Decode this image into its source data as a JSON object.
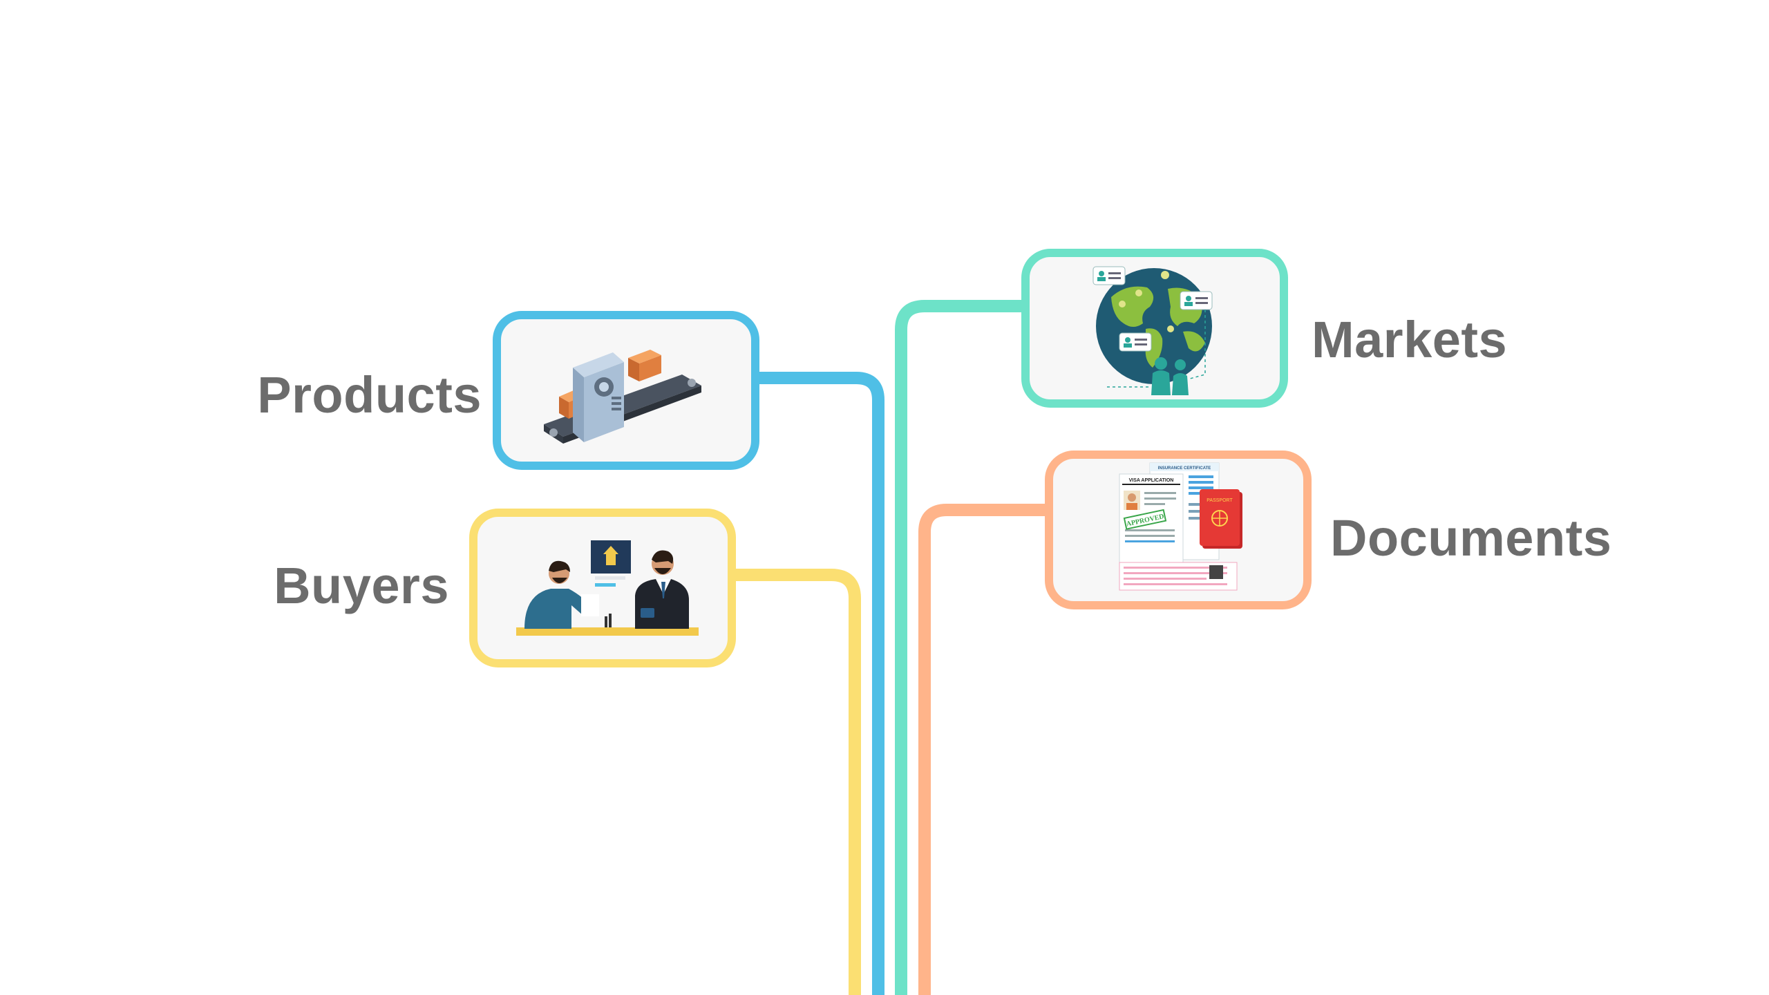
{
  "colors": {
    "products": "#4fbfe6",
    "buyers": "#fbdf72",
    "markets": "#6de2c8",
    "documents": "#ffb48a",
    "label_text": "#6c6c6c"
  },
  "nodes": {
    "products": {
      "label": "Products",
      "icon": "conveyor-belt-boxes-icon"
    },
    "buyers": {
      "label": "Buyers",
      "icon": "business-meeting-icon"
    },
    "markets": {
      "label": "Markets",
      "icon": "globe-location-pins-icon"
    },
    "documents": {
      "label": "Documents",
      "icon": "passport-visa-documents-icon",
      "illustration_text": {
        "certificate": "INSURANCE CERTIFICATE",
        "visa": "VISA APPLICATION",
        "stamp": "APPROVED",
        "passport": "PASSPORT"
      }
    }
  }
}
